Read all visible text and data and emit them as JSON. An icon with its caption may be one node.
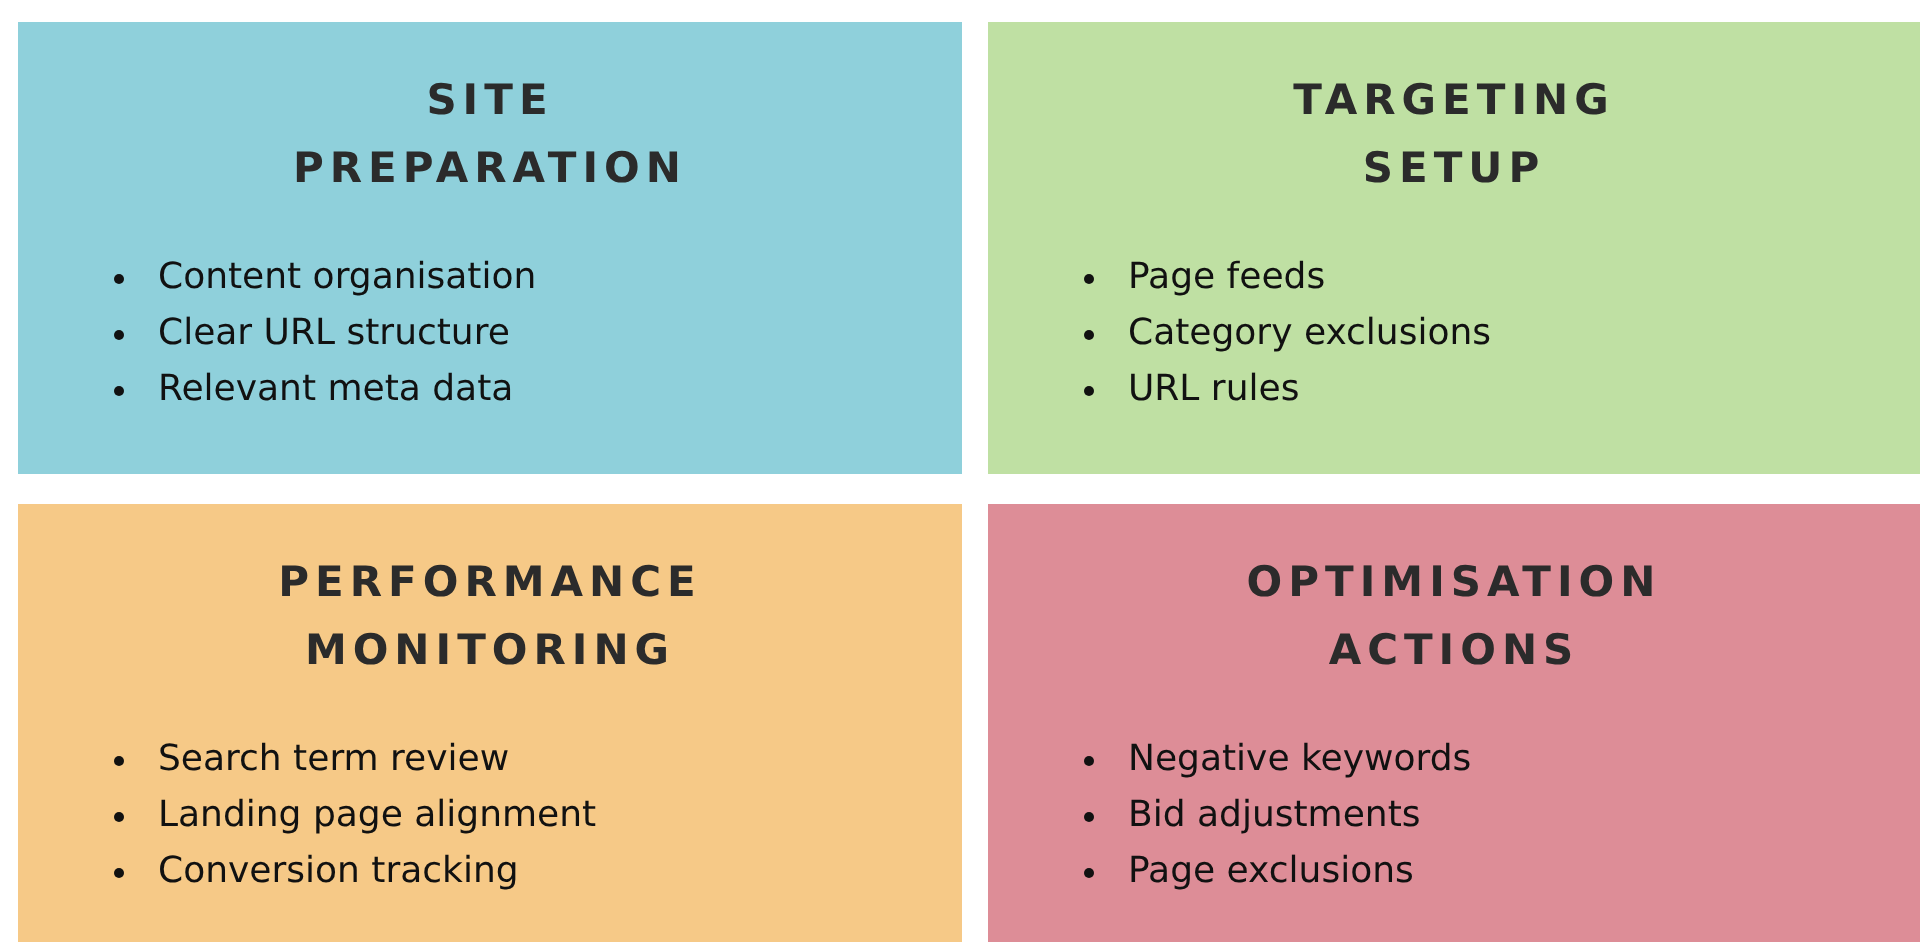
{
  "diagram": {
    "nodes": [
      {
        "text": [
          "SITE PREPARATION",
          "Content organisation",
          "Clear URL structure",
          "Relevant meta data"
        ]
      },
      {
        "text": [
          "TARGETING SETUP",
          "Page feeds",
          "Category exclusions",
          "URL rules"
        ]
      },
      {
        "text": [
          "PERFORMANCE MONITORING",
          "Search term review",
          "Landing page alignment",
          "Conversion tracking"
        ]
      },
      {
        "text": [
          "OPTIMISATION ACTIONS",
          "Negative keywords",
          "Bid adjustments",
          "Page exclusions"
        ]
      }
    ]
  }
}
